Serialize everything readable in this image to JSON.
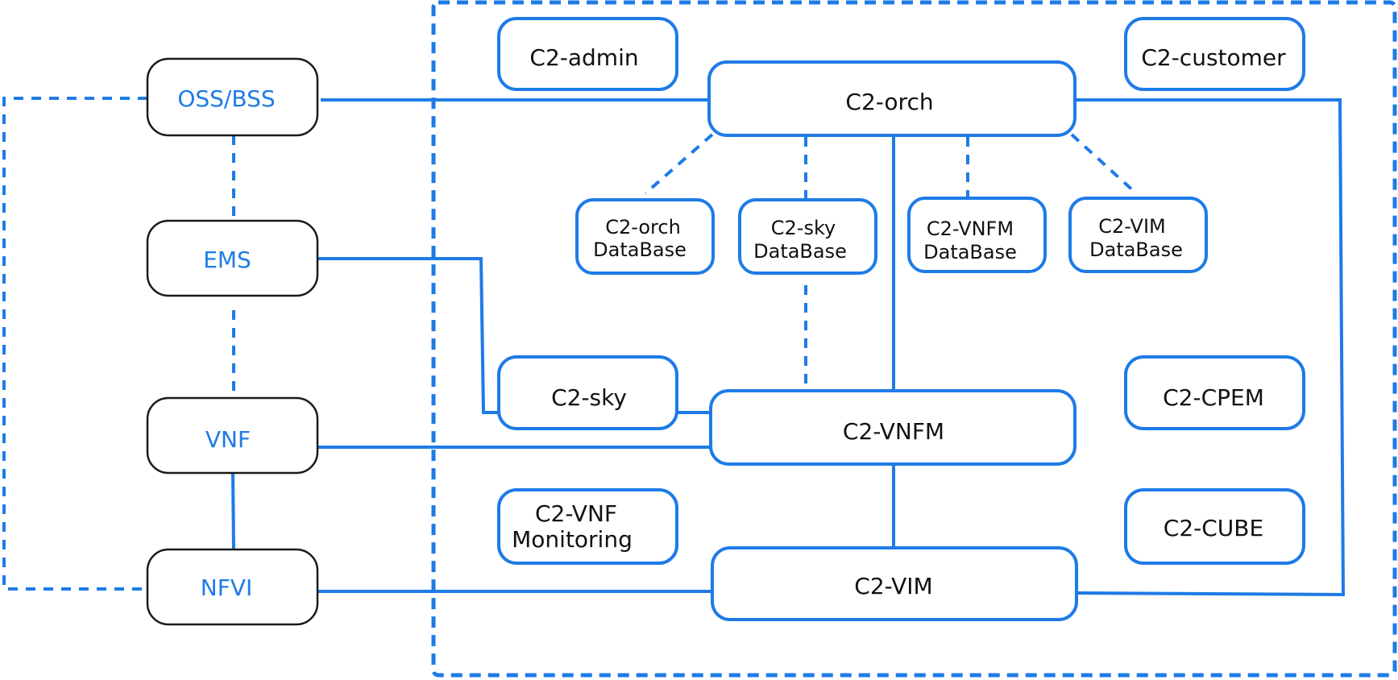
{
  "colors": {
    "accent": "#1e7be6",
    "left_label": "#1e7be6",
    "right_label": "#111111",
    "left_border": "#1a1a1a"
  },
  "left_nodes": {
    "oss_bss": "OSS/BSS",
    "ems": "EMS",
    "vnf": "VNF",
    "nfvi": "NFVI"
  },
  "components": {
    "admin": "C2-admin",
    "customer": "C2-customer",
    "orch": "C2-orch",
    "sky": "C2-sky",
    "vnfm": "C2-VNFM",
    "cpem": "C2-CPEM",
    "vnf_monitoring": [
      "C2-VNF",
      "Monitoring"
    ],
    "cube": "C2-CUBE",
    "vim": "C2-VIM"
  },
  "databases": {
    "orch_db": [
      "C2-orch",
      "DataBase"
    ],
    "sky_db": [
      "C2-sky",
      "DataBase"
    ],
    "vnfm_db": [
      "C2-VNFM",
      "DataBase"
    ],
    "vim_db": [
      "C2-VIM",
      "DataBase"
    ]
  }
}
